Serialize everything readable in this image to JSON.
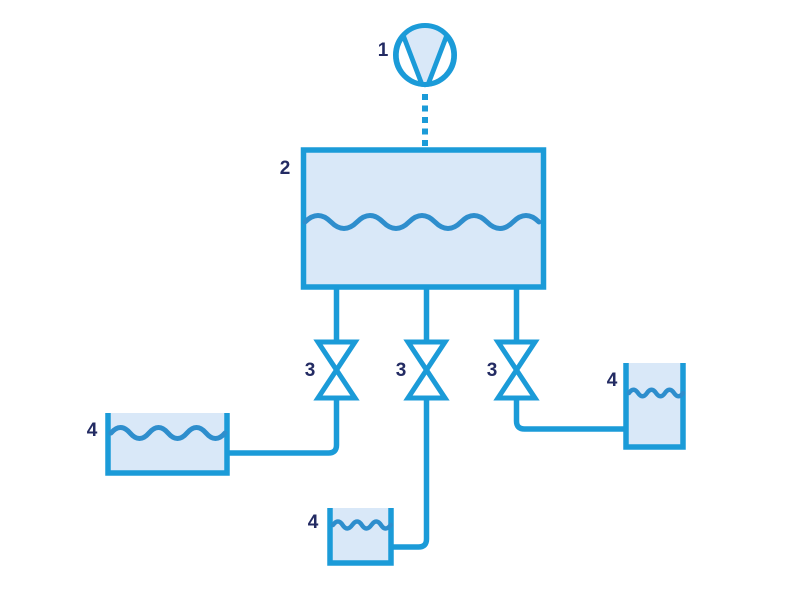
{
  "diagram": {
    "description": "Process flow schematic: pump feeding a water tank that drains through three valves into three collection vessels",
    "colors": {
      "outline": "#1b9bd8",
      "fill": "#d9e8f8",
      "wave": "#2e8ecd",
      "label": "#232b63",
      "background": "#ffffff"
    },
    "components": {
      "pump": {
        "label": "1"
      },
      "tank": {
        "label": "2"
      },
      "valves": [
        {
          "label": "3"
        },
        {
          "label": "3"
        },
        {
          "label": "3"
        }
      ],
      "vessels": [
        {
          "label": "4"
        },
        {
          "label": "4"
        },
        {
          "label": "4"
        }
      ]
    }
  }
}
